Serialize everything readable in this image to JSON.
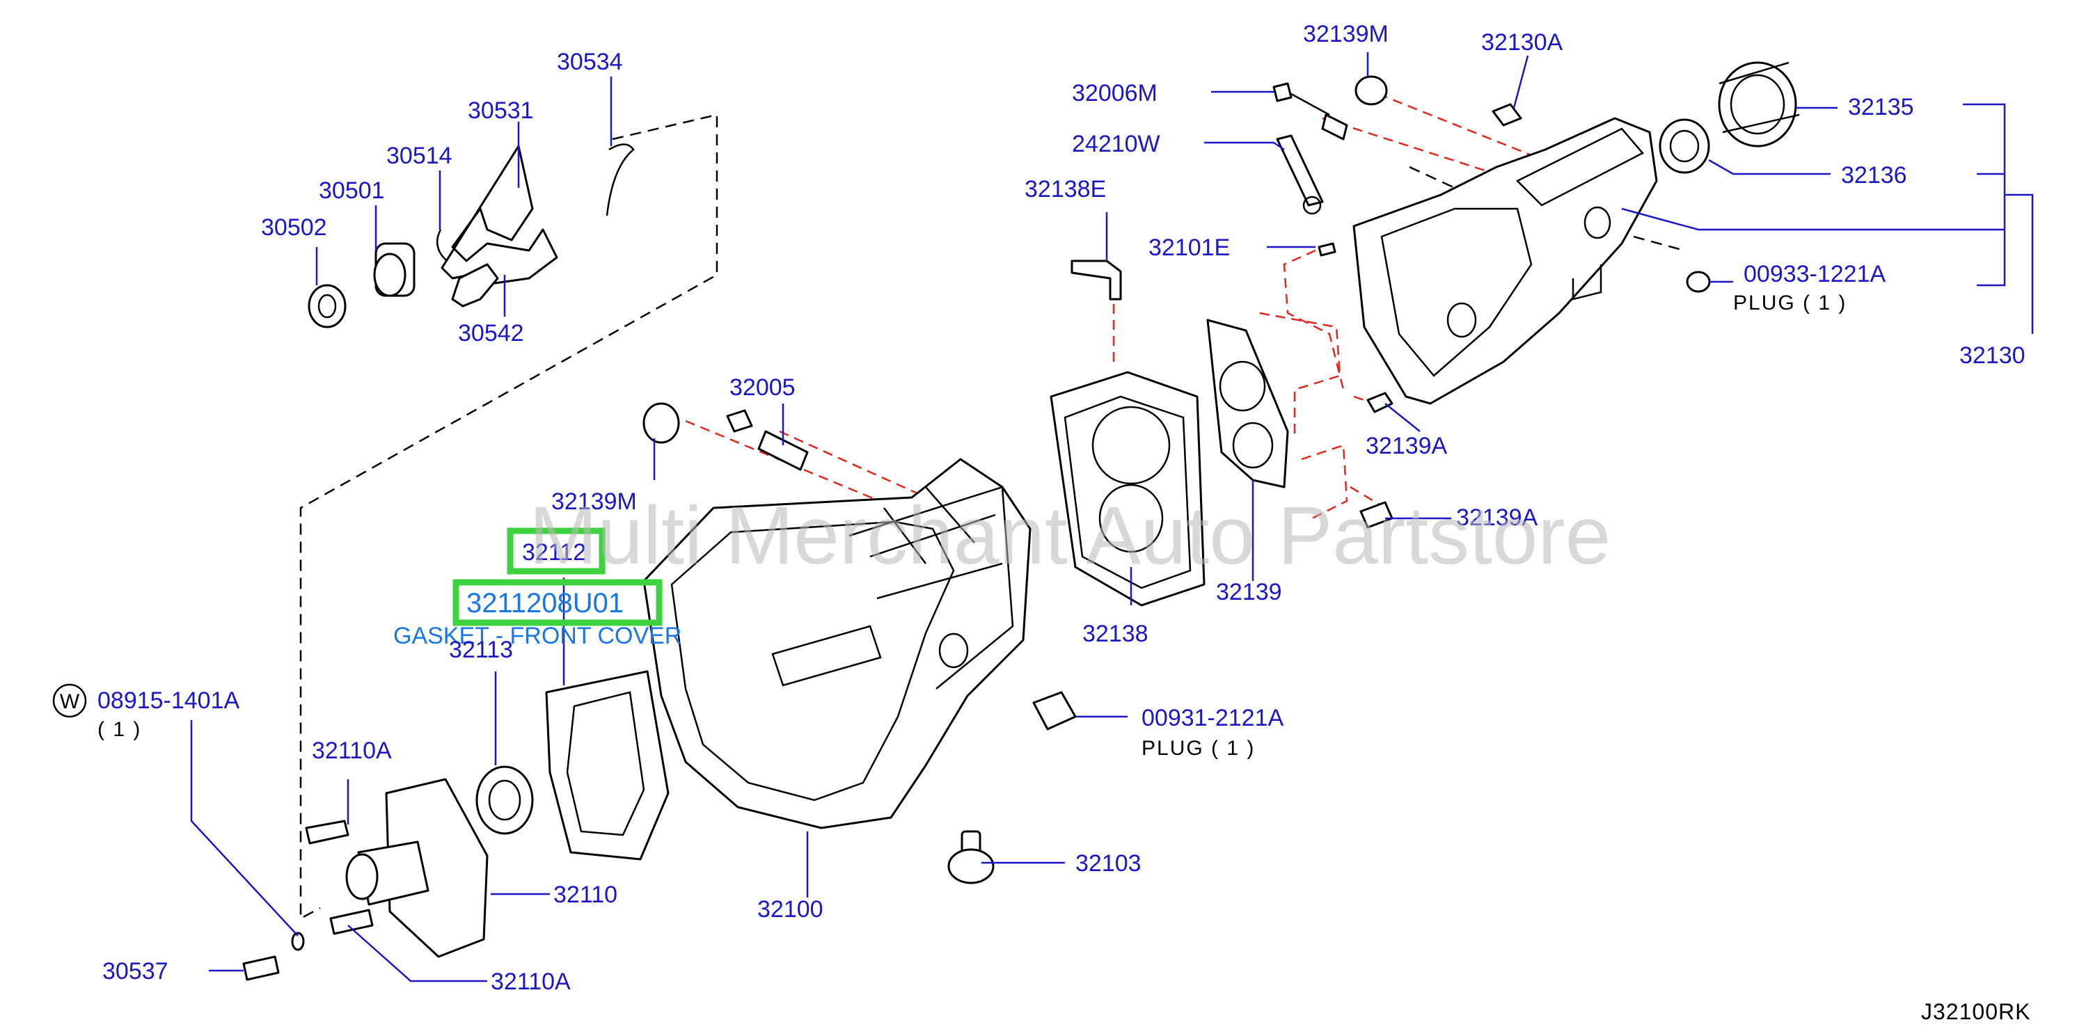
{
  "labels": {
    "p30534": "30534",
    "p30531": "30531",
    "p30514": "30514",
    "p30501": "30501",
    "p30502": "30502",
    "p30542": "30542",
    "p32005": "32005",
    "p32139M_a": "32139M",
    "p32139M_b": "32139M",
    "p32112": "32112",
    "p32113": "32113",
    "p08915": "08915-1401A",
    "qty08915": "( 1 )",
    "circleW": "W",
    "p32110A_a": "32110A",
    "p32110A_b": "32110A",
    "p32110": "32110",
    "p30537": "30537",
    "p32100": "32100",
    "p32103": "32103",
    "p00931": "00931-2121A",
    "plug1": "PLUG   ( 1 )",
    "p32138": "32138",
    "p32139": "32139",
    "p32139A_a": "32139A",
    "p32139A_b": "32139A",
    "p32101E": "32101E",
    "p32138E": "32138E",
    "p24210W": "24210W",
    "p32006M": "32006M",
    "p32130A": "32130A",
    "p32135": "32135",
    "p32136": "32136",
    "p00933": "00933-1221A",
    "plug2": "PLUG   ( 1 )",
    "p32130": "32130",
    "diagramCode": "J32100RK"
  },
  "highlight": {
    "part_number": "3211208U01",
    "description": "GASKET - FRONT COVER",
    "color": "#3fd23f"
  },
  "watermark": "Multi Merchant Auto Partstore",
  "colors": {
    "label": "#1a17c7",
    "highlight_text": "#1877e6",
    "dashed_link": "#e0261d",
    "outline": "#000000"
  }
}
